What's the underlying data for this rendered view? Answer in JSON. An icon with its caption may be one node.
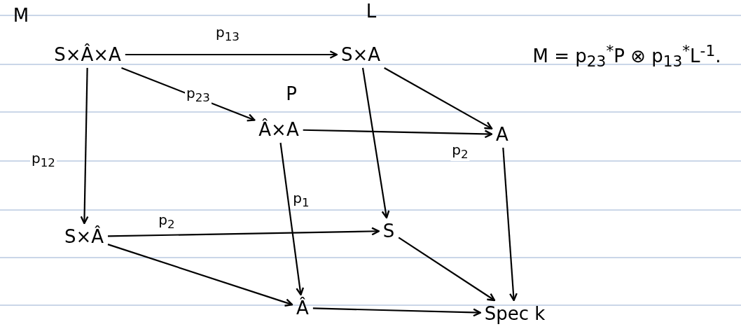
{
  "diagram": {
    "nodes": [
      {
        "text": [
          "S×Â×A"
        ],
        "beside": [
          "M"
        ]
      },
      {
        "text": [
          "S×A"
        ],
        "beside": [
          "L"
        ]
      },
      {
        "text": [
          "Â×A"
        ],
        "beside": [
          "P"
        ]
      },
      {
        "text": [
          "A"
        ]
      },
      {
        "text": [
          "S×Â"
        ]
      },
      {
        "text": [
          "S"
        ]
      },
      {
        "text": [
          "Â"
        ]
      },
      {
        "text": [
          "Spec k"
        ]
      }
    ],
    "edges": [
      {
        "from": 0,
        "to": 1,
        "arrow": "to",
        "label": "p$_{13}$"
      },
      {
        "from": 0,
        "to": 2,
        "arrow": "to",
        "label": "p$_{23}$"
      },
      {
        "from": 0,
        "to": 4,
        "arrow": "to",
        "label": "p$_{12}$"
      },
      {
        "from": 1,
        "to": 3,
        "arrow": "to"
      },
      {
        "from": 1,
        "to": 5,
        "arrow": "to"
      },
      {
        "from": 2,
        "to": 3,
        "arrow": "to",
        "label": "p$_{2}$"
      },
      {
        "from": 2,
        "to": 6,
        "arrow": "to",
        "label": "p$_{1}$"
      },
      {
        "from": 4,
        "to": 5,
        "arrow": "to",
        "label": "p$_{2}$"
      },
      {
        "from": 4,
        "to": 6,
        "arrow": "to"
      },
      {
        "from": 5,
        "to": 7,
        "arrow": "to"
      },
      {
        "from": 3,
        "to": 7,
        "arrow": "to"
      },
      {
        "from": 6,
        "to": 7,
        "arrow": "to"
      }
    ],
    "labels": [
      "M = p$_{23}$$^{*}$P ⊗ p$_{13}$$^{*}$L$^{-1}$."
    ]
  }
}
